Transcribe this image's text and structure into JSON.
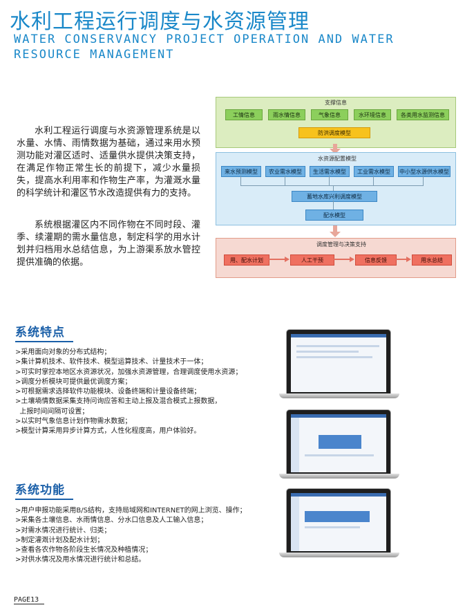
{
  "header": {
    "title_cn": "水利工程运行调度与水资源管理",
    "title_en": "WATER CONSERVANCY PROJECT OPERATION AND WATER RESOURCE MANAGEMENT"
  },
  "intro": {
    "para1": "水利工程运行调度与水资源管理系统是以水量、水情、雨情数据为基础，通过来用水预测功能对灌区适时、适量供水提供决策支持，在满足作物正常生长的前提下，减少水量损失，提高水利用率和作物生产率，为灌溉水量的科学统计和灌区节水改造提供有力的支持。",
    "para2": "系统根据灌区内不同作物在不同时段、灌季、续灌期的需水量信息，制定科学的用水计划并归档用水总结信息，为上游渠系放水管控提供准确的依据。"
  },
  "diagram": {
    "support_title": "支撑信息",
    "support_items": [
      "工情信息",
      "雨水情信息",
      "气象信息",
      "水环境信息",
      "各类用水监测信息"
    ],
    "flood_model": "防洪调度模型",
    "config_title": "水资源配置模型",
    "config_items": [
      "来水预测模型",
      "农业需水模型",
      "生活需水模型",
      "工业需水模型",
      "中小型水源供水模型"
    ],
    "reservoir_model": "蓄地水库兴利调度模型",
    "distribution_model": "配水模型",
    "decision_title": "调度管理与决策支持",
    "decision_items": [
      "用、配水计划",
      "人工干预",
      "信息反馈",
      "用水总结"
    ]
  },
  "features": {
    "title": "系统特点",
    "items": [
      ">采用面向对象的分布式结构；",
      ">集计算机技术、软件技术、模型运算技术、计量技术于一体；",
      ">可实时掌控本地区水资源状况，加强水资源管理，合理调度使用水资源；",
      ">调度分析模块可提供最优调度方案；",
      ">可根据需求选择软件功能模块、设备终端和计量设备终端；",
      ">土壤墒情数据采集支持问询应答和主动上报及混合模式上报数据，",
      "  上报时间间隔可设置；",
      ">以实时气象信息计划作物需水数据；",
      ">模型计算采用异步计算方式，人性化程度高，用户体验好。"
    ]
  },
  "functions": {
    "title": "系统功能",
    "items": [
      ">用户申报功能采用B/S结构，支持局域网和INTERNET的网上浏览、操作；",
      ">采集各土壤信息、水雨情信息、分水口信息及人工输入信息；",
      ">对需水情况进行统计、归类；",
      ">制定灌溉计划及配水计划；",
      ">查看各农作物各阶段生长情况及种植情况；",
      ">对供水情况及用水情况进行统计和总结。"
    ]
  },
  "footer": {
    "page": "PAGE13"
  }
}
